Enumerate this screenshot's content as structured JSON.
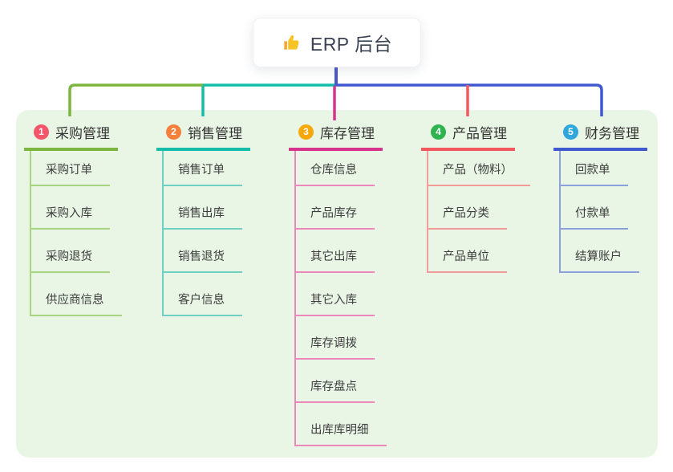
{
  "root": {
    "title": "ERP 后台",
    "icon": "thumbs-up",
    "line_color": "#4a58cf"
  },
  "panel_color": "#e9f6e5",
  "branches": [
    {
      "num": "1",
      "label": "采购管理",
      "badge_color": "#f3566a",
      "line_color": "#7cb53f",
      "child_line_color": "#a9d47f",
      "children": [
        "采购订单",
        "采购入库",
        "采购退货",
        "供应商信息"
      ]
    },
    {
      "num": "2",
      "label": "销售管理",
      "badge_color": "#f5803b",
      "line_color": "#14bda9",
      "child_line_color": "#6fcfc3",
      "children": [
        "销售订单",
        "销售出库",
        "销售退货",
        "客户信息"
      ]
    },
    {
      "num": "3",
      "label": "库存管理",
      "badge_color": "#f6a80b",
      "line_color": "#d6348c",
      "child_line_color": "#ec87bd",
      "children": [
        "仓库信息",
        "产品库存",
        "其它出库",
        "其它入库",
        "库存调拨",
        "库存盘点",
        "出库库明细"
      ]
    },
    {
      "num": "4",
      "label": "产品管理",
      "badge_color": "#2fb34f",
      "line_color": "#f4585f",
      "child_line_color": "#f59a9b",
      "children": [
        "产品（物料）",
        "产品分类",
        "产品单位"
      ]
    },
    {
      "num": "5",
      "label": "财务管理",
      "badge_color": "#2fa7dc",
      "line_color": "#4159ce",
      "child_line_color": "#8ca0de",
      "children": [
        "回款单",
        "付款单",
        "结算账户"
      ]
    }
  ]
}
